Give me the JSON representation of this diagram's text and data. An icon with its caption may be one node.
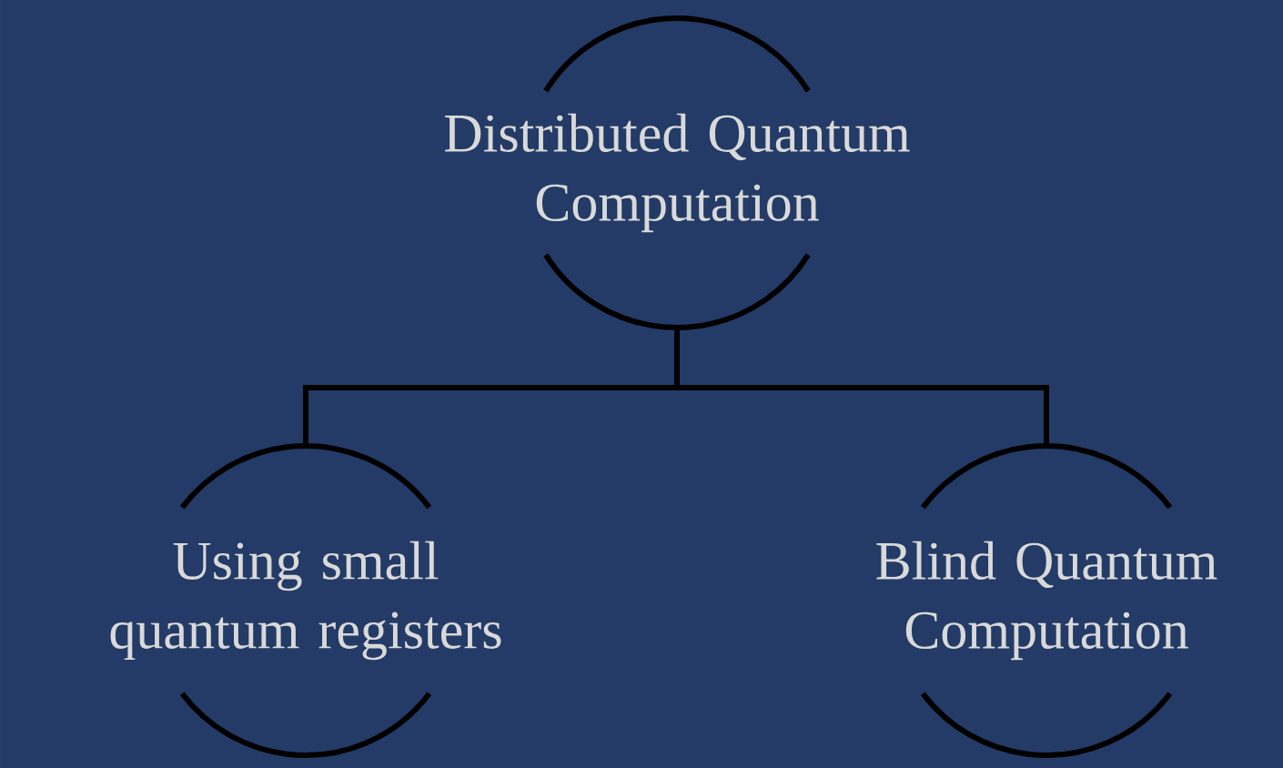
{
  "diagram": {
    "nodes": [
      {
        "text": [
          "Distributed Quantum Computation"
        ]
      },
      {
        "text": [
          "Using small quantum registers"
        ]
      },
      {
        "text": [
          "Blind Quantum Computation"
        ]
      }
    ],
    "edges": [
      {
        "from": 0,
        "to": 1,
        "arrow": "none"
      },
      {
        "from": 0,
        "to": 2,
        "arrow": "none"
      }
    ]
  }
}
